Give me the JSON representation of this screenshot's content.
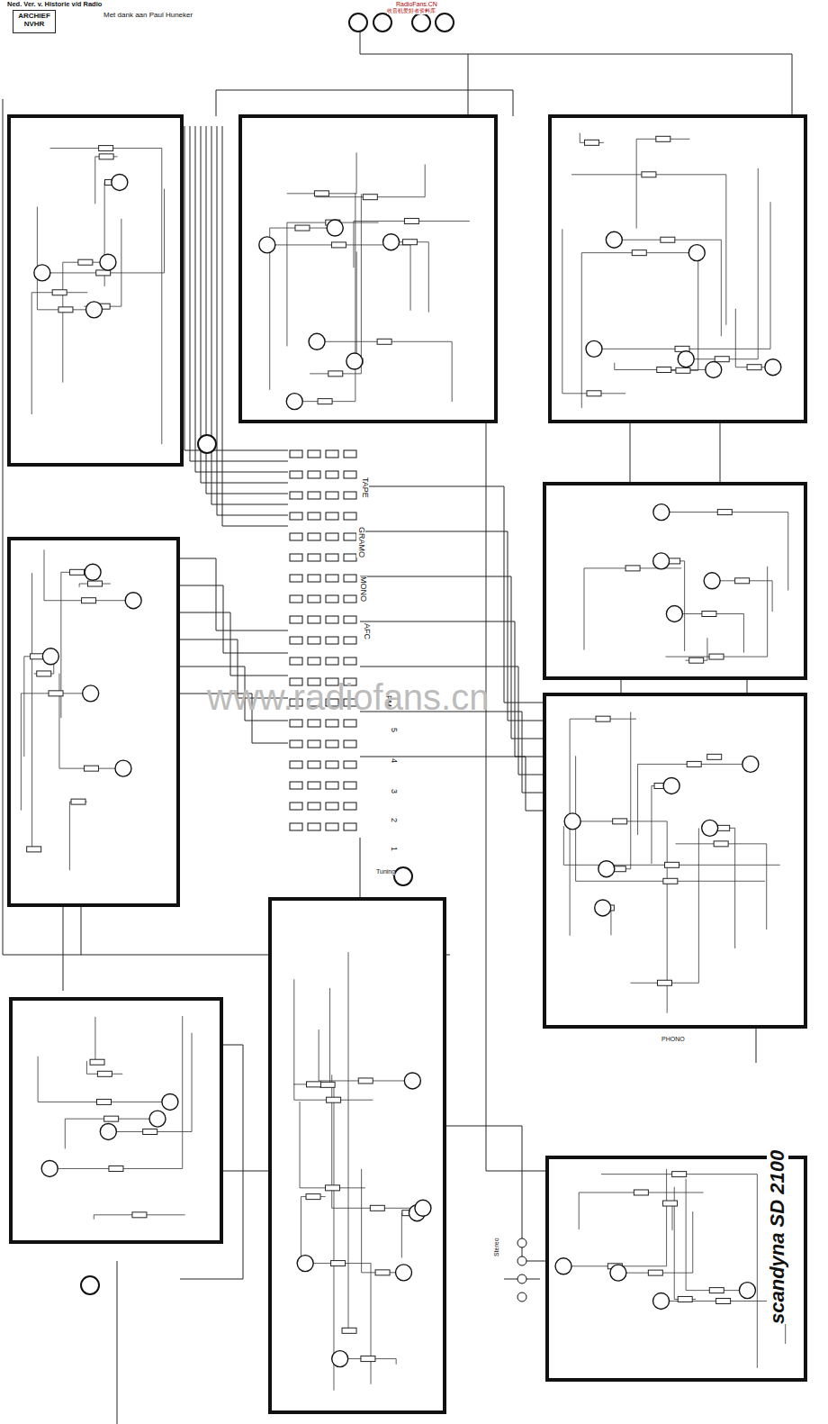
{
  "diagram": {
    "title": "scandyna SD 2100",
    "nodes": [
      {
        "text": [
          "ARCHIEF",
          "NVHR"
        ]
      }
    ],
    "labels": [
      "Ned. Ver. v. Historie v/d Radio",
      "Met dank aan Paul Huneker",
      "RadioFans.CN",
      "收音机爱好者资料库",
      "TAPE",
      "GRAMO",
      "MONO",
      "AFC",
      "FM",
      "5",
      "4",
      "3",
      "2",
      "1",
      "Tuning",
      "www.radiofans.cn",
      "PHONO",
      "Stereo"
    ]
  }
}
